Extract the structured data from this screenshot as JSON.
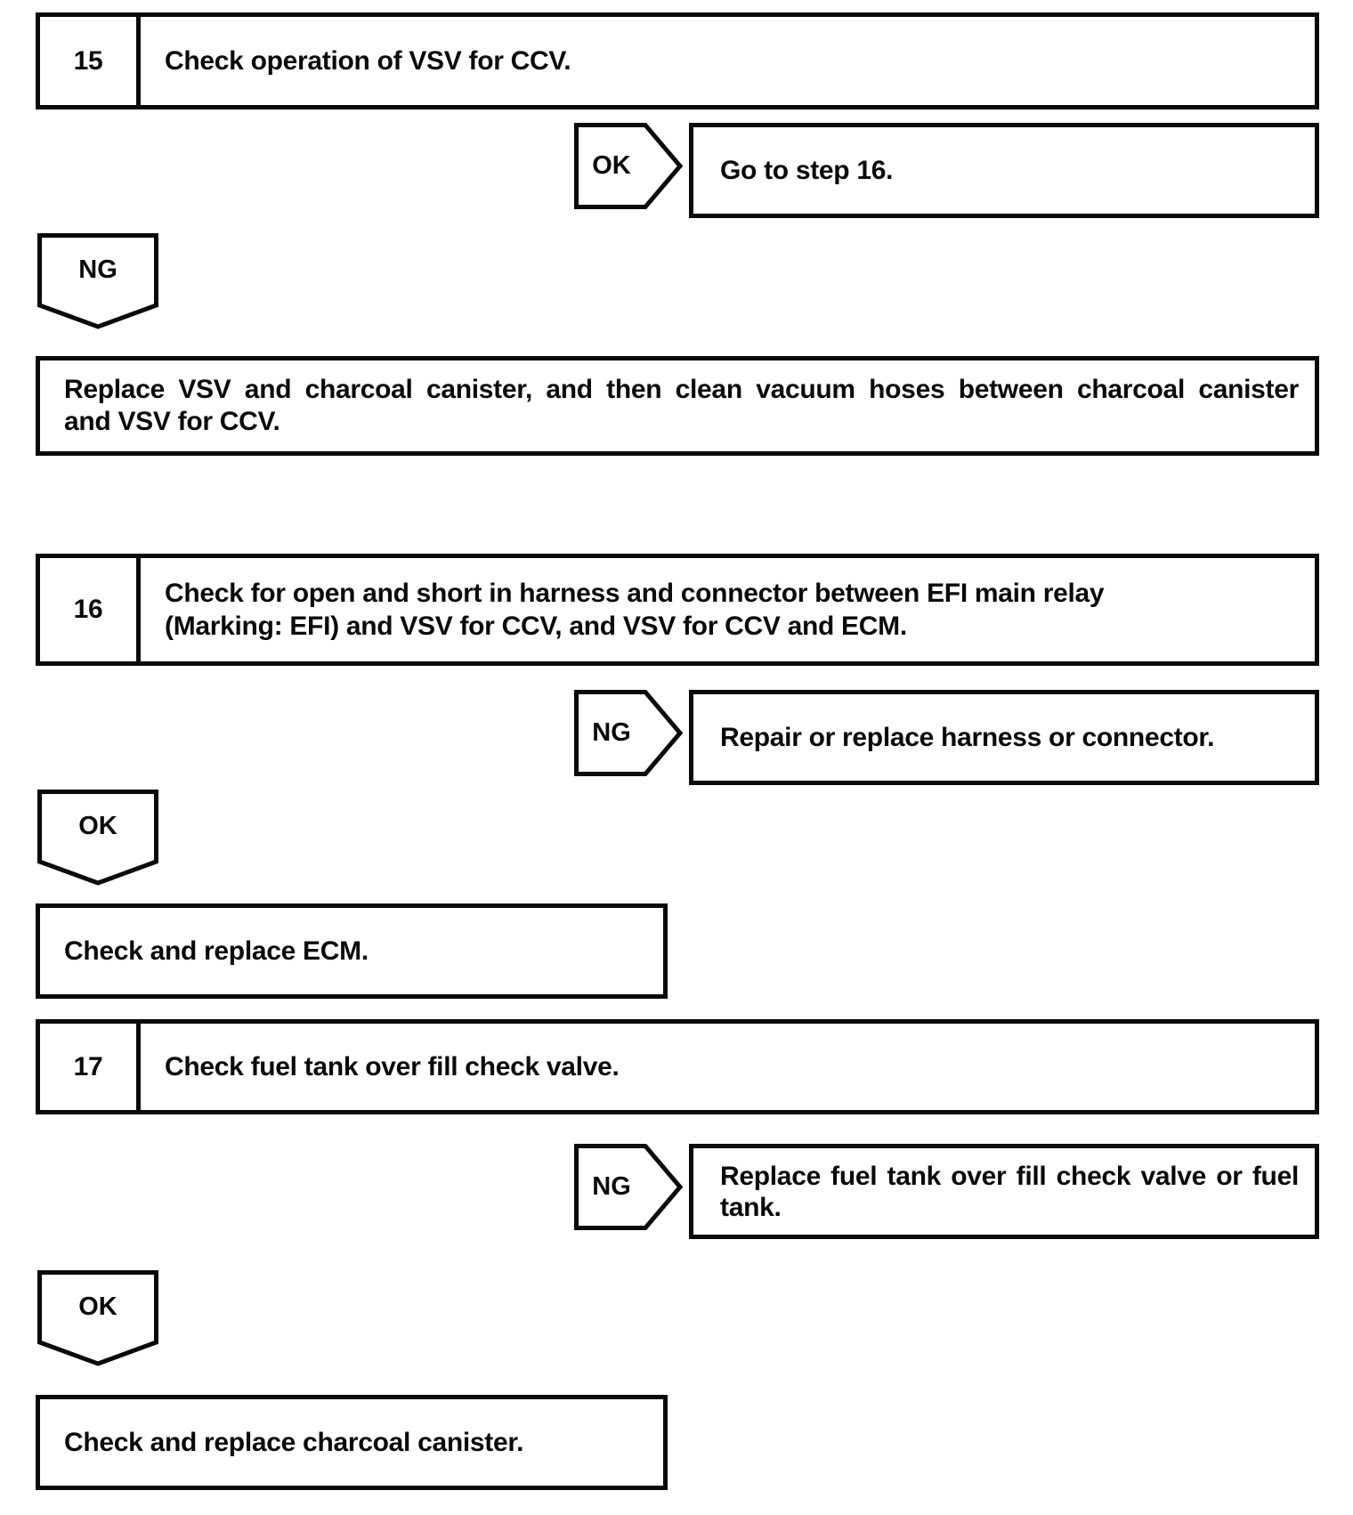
{
  "page": {
    "background": "#ffffff",
    "ink": "#0a0a0a"
  },
  "nodes": {
    "step15": {
      "number": "15",
      "title": "Check operation of VSV for CCV."
    },
    "ok15": {
      "label": "OK"
    },
    "go16": {
      "text": "Go to step 16."
    },
    "ng15": {
      "label": "NG"
    },
    "replace_vsv": {
      "line1": "Replace VSV and charcoal canister, and then clean vacuum hoses between charcoal canister",
      "line2": "and VSV for CCV."
    },
    "step16": {
      "number": "16",
      "line1": "Check for open and short in harness and connector between EFI main relay",
      "line2": "(Marking: EFI) and VSV for CCV, and VSV for CCV and ECM."
    },
    "ng16": {
      "label": "NG"
    },
    "repair_harness": {
      "text": "Repair or replace harness or connector."
    },
    "ok16": {
      "label": "OK"
    },
    "check_ecm": {
      "text": "Check and replace ECM."
    },
    "step17": {
      "number": "17",
      "title": "Check fuel tank over fill check valve."
    },
    "ng17": {
      "label": "NG"
    },
    "replace_fuel_tank": {
      "line1": "Replace fuel tank over fill check valve or fuel",
      "line2": "tank."
    },
    "ok17": {
      "label": "OK"
    },
    "check_charcoal": {
      "text": "Check and replace charcoal canister."
    }
  }
}
